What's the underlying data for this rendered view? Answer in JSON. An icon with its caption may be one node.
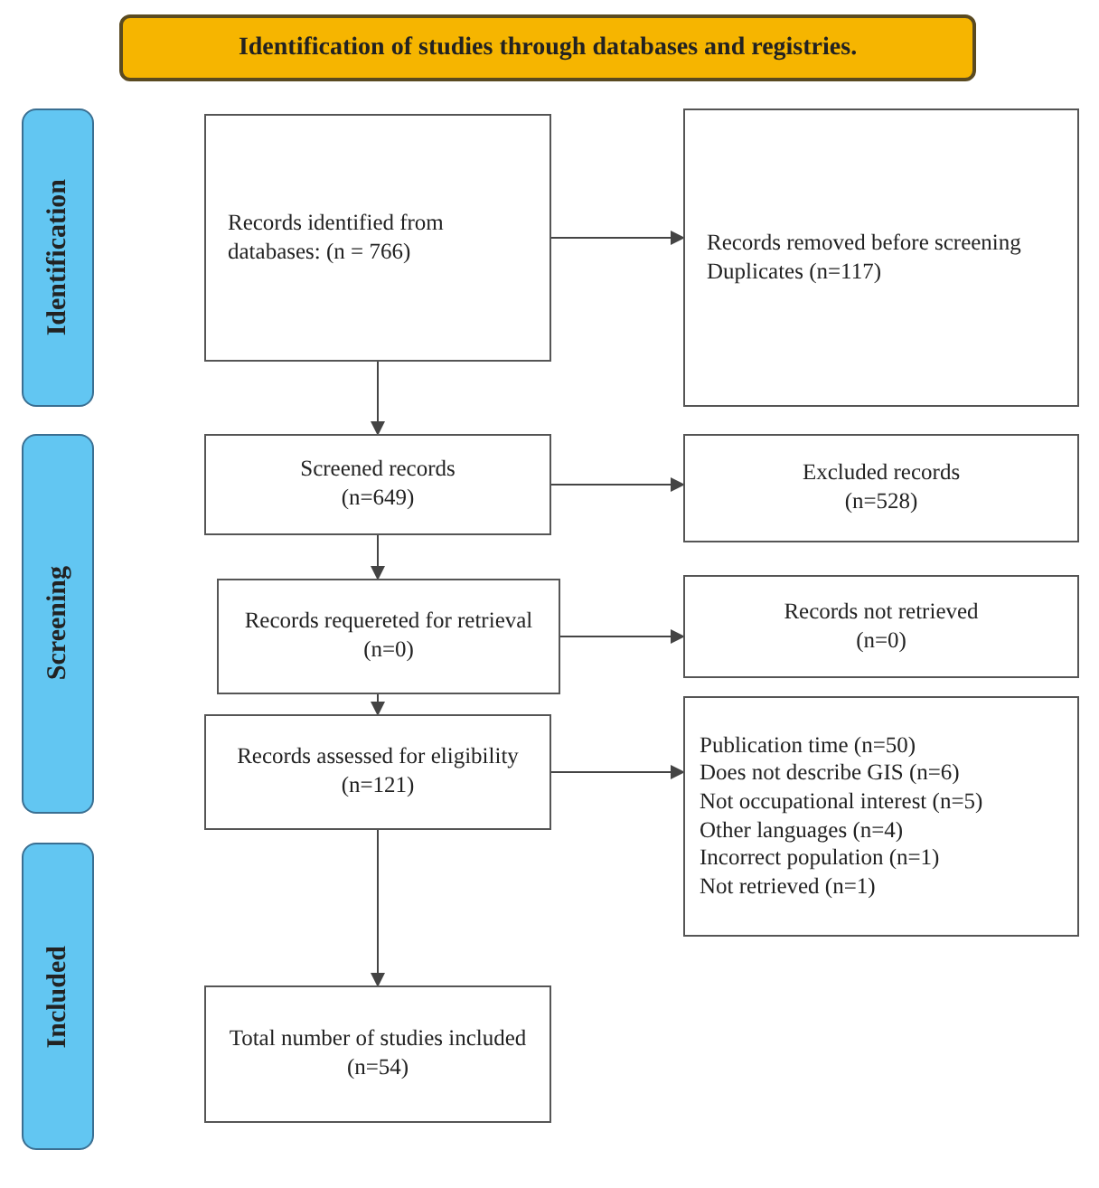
{
  "diagram": {
    "nodes": [
      {
        "text": [
          "Identification of studies through databases and registries."
        ]
      },
      {
        "text": [
          "Identification"
        ]
      },
      {
        "text": [
          "Screening"
        ]
      },
      {
        "text": [
          "Included"
        ]
      },
      {
        "text": [
          "Records identified from databases: (n = 766)"
        ]
      },
      {
        "text": [
          "Records removed before screening",
          "Duplicates (n=117)"
        ]
      },
      {
        "text": [
          "Screened records",
          "(n=649)"
        ]
      },
      {
        "text": [
          "Excluded records",
          "(n=528)"
        ]
      },
      {
        "text": [
          "Records requereted for retrieval",
          "(n=0)"
        ]
      },
      {
        "text": [
          "Records not retrieved",
          "(n=0)"
        ]
      },
      {
        "text": [
          "Records assessed for eligibility",
          "(n=121)"
        ]
      },
      {
        "text": [
          "Publication time (n=50)",
          "Does not describe GIS (n=6)",
          "Not occupational interest (n=5)",
          "Other languages (n=4)",
          "Incorrect population (n=1)",
          "Not retrieved (n=1)"
        ]
      },
      {
        "text": [
          "Total number of studies included",
          "(n=54)"
        ]
      }
    ],
    "edges": [
      {
        "from": 4,
        "to": 5,
        "arrow": "to"
      },
      {
        "from": 4,
        "to": 6,
        "arrow": "to"
      },
      {
        "from": 6,
        "to": 7,
        "arrow": "to"
      },
      {
        "from": 6,
        "to": 8,
        "arrow": "to"
      },
      {
        "from": 8,
        "to": 9,
        "arrow": "to"
      },
      {
        "from": 8,
        "to": 10,
        "arrow": "to"
      },
      {
        "from": 10,
        "to": 11,
        "arrow": "to"
      },
      {
        "from": 10,
        "to": 12,
        "arrow": "to"
      }
    ]
  }
}
